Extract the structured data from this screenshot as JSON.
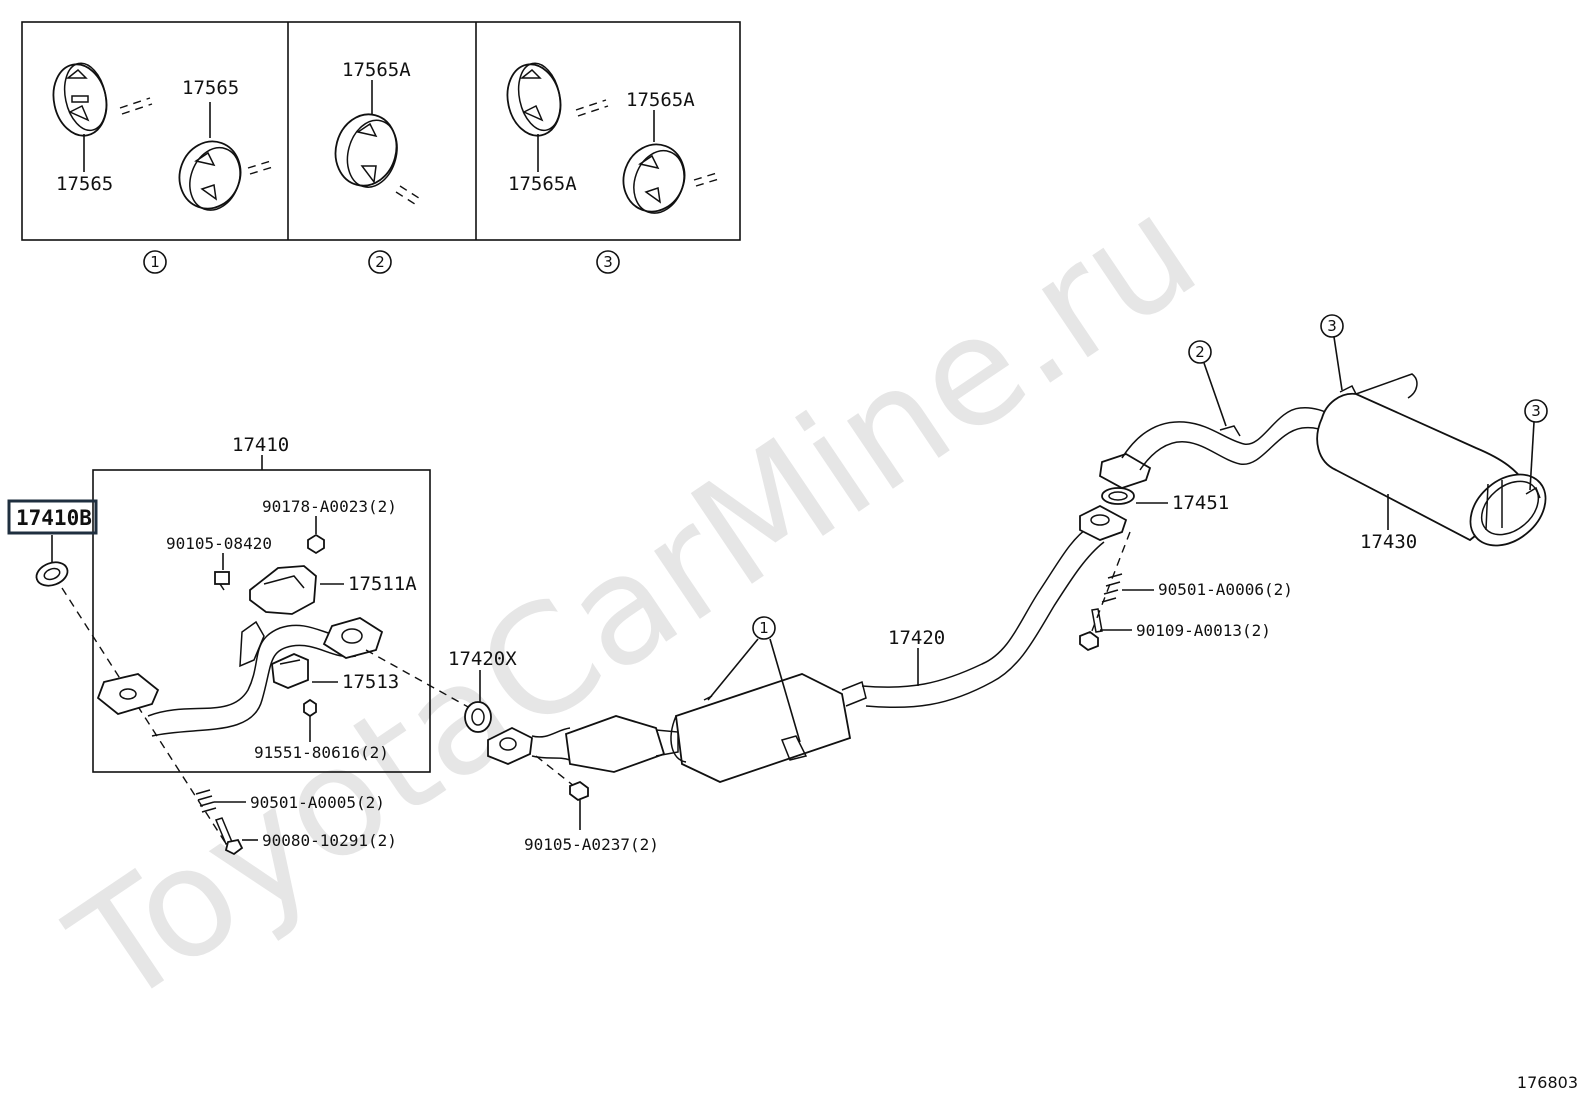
{
  "watermark": "ToyotaCarMine.ru",
  "diagram_id": "176803",
  "insets": [
    {
      "number": "1",
      "labels": [
        "17565",
        "17565"
      ]
    },
    {
      "number": "2",
      "labels": [
        "17565A"
      ]
    },
    {
      "number": "3",
      "labels": [
        "17565A",
        "17565A"
      ]
    }
  ],
  "callouts": {
    "c1": "1",
    "c2": "2",
    "c3a": "3",
    "c3b": "3"
  },
  "parts": {
    "p17410": "17410",
    "p17410B": "17410B",
    "p90178": "90178-A0023(2)",
    "p90105_08420": "90105-08420",
    "p17511A": "17511A",
    "p17513": "17513",
    "p91551": "91551-80616(2)",
    "p17420X": "17420X",
    "p90501_A0005": "90501-A0005(2)",
    "p90080": "90080-10291(2)",
    "p90105_A0237": "90105-A0237(2)",
    "p17420": "17420",
    "p17451": "17451",
    "p90501_A0006": "90501-A0006(2)",
    "p90109": "90109-A0013(2)",
    "p17430": "17430"
  },
  "colors": {
    "ink": "#111111",
    "watermark": "#e6e6e6",
    "highlight": "#1f2f3f"
  }
}
